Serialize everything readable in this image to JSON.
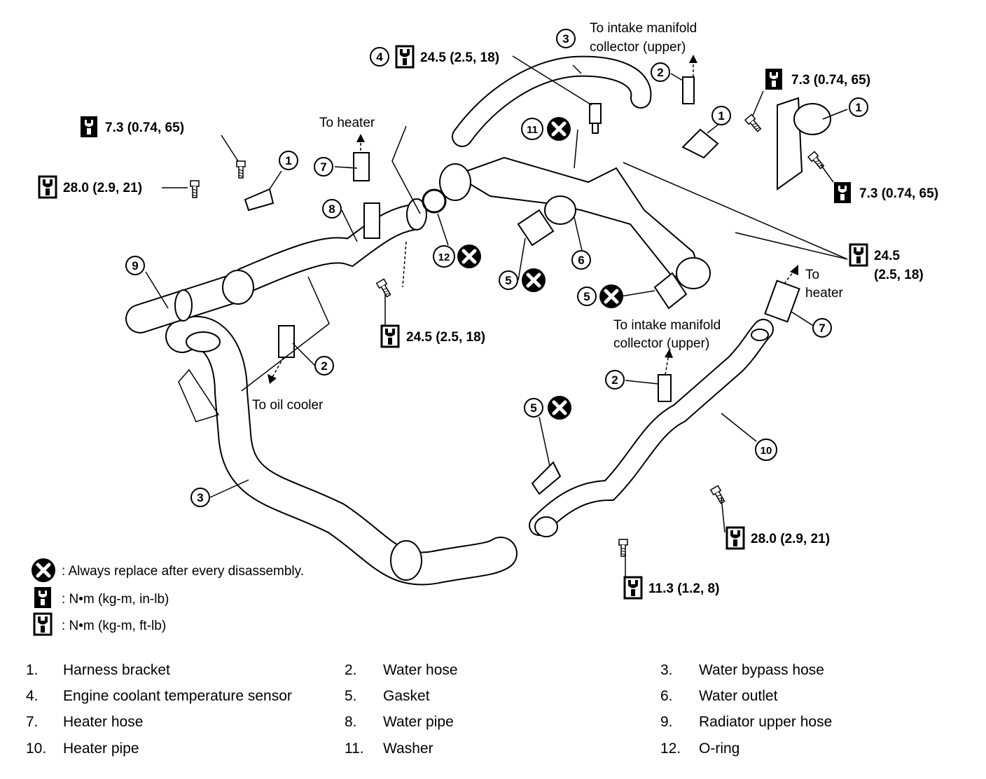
{
  "callouts": {
    "c1a": "1",
    "c1b": "1",
    "c1c": "1",
    "c2a": "2",
    "c2b": "2",
    "c2c": "2",
    "c3a": "3",
    "c3b": "3",
    "c4": "4",
    "c5a": "5",
    "c5b": "5",
    "c5c": "5",
    "c6": "6",
    "c7a": "7",
    "c7b": "7",
    "c8": "8",
    "c9": "9",
    "c10": "10",
    "c11": "11",
    "c12": "12"
  },
  "torques": {
    "t_sensor": "24.5 (2.5, 18)",
    "t_left_inlb": "7.3 (0.74, 65)",
    "t_left_ftlb": "28.0 (2.9, 21)",
    "t_right_top": "7.3 (0.74, 65)",
    "t_right_mid": "7.3 (0.74, 65)",
    "t_outlet_a": "24.5",
    "t_outlet_b": "(2.5, 18)",
    "t_mid": "24.5 (2.5, 18)",
    "t_heater_pipe": "28.0 (2.9, 21)",
    "t_bottom": "11.3 (1.2, 8)"
  },
  "annotations": {
    "intake_top_1": "To intake manifold",
    "intake_top_2": "collector (upper)",
    "to_heater_left": "To heater",
    "to_heater_right_1": "To",
    "to_heater_right_2": "heater",
    "intake_mid_1": "To intake manifold",
    "intake_mid_2": "collector (upper)",
    "oil_cooler": "To oil cooler"
  },
  "legend": {
    "replace": ": Always replace after every disassembly.",
    "inlb": ":  N•m  (kg-m,  in-lb)",
    "ftlb": ":  N•m  (kg-m,  ft-lb)"
  },
  "parts": [
    {
      "num": "1.",
      "name": "Harness bracket"
    },
    {
      "num": "2.",
      "name": "Water hose"
    },
    {
      "num": "3.",
      "name": "Water bypass hose"
    },
    {
      "num": "4.",
      "name": "Engine coolant temperature sensor"
    },
    {
      "num": "5.",
      "name": "Gasket"
    },
    {
      "num": "6.",
      "name": "Water outlet"
    },
    {
      "num": "7.",
      "name": "Heater hose"
    },
    {
      "num": "8.",
      "name": "Water pipe"
    },
    {
      "num": "9.",
      "name": "Radiator upper hose"
    },
    {
      "num": "10.",
      "name": "Heater pipe"
    },
    {
      "num": "11.",
      "name": "Washer"
    },
    {
      "num": "12.",
      "name": "O-ring"
    }
  ],
  "colors": {
    "ink": "#000000",
    "paper": "#ffffff"
  },
  "icons": [
    "replace-x-icon",
    "torque-inlb-icon",
    "torque-ftlb-icon"
  ]
}
